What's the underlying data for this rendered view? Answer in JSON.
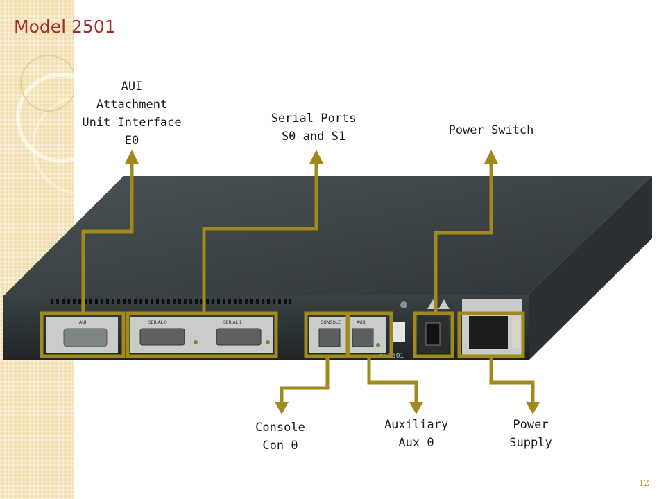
{
  "title": "Model 2501",
  "page_number": "12",
  "labels": {
    "aui": "AUI\nAttachment\nUnit Interface\nE0",
    "serial": "Serial Ports\nS0 and S1",
    "power_switch": "Power Switch",
    "console": "Console\nCon 0",
    "auxiliary": "Auxiliary\nAux 0",
    "power_supply": "Power\nSupply"
  },
  "device_labels": {
    "aui": "AUI",
    "serial0": "SERIAL 0",
    "serial1": "SERIAL 1",
    "console": "CONSOLE",
    "aux": "AUX",
    "brand": "co 2501"
  },
  "colors": {
    "callout": "#a08a1c",
    "title": "#a52a2a"
  }
}
